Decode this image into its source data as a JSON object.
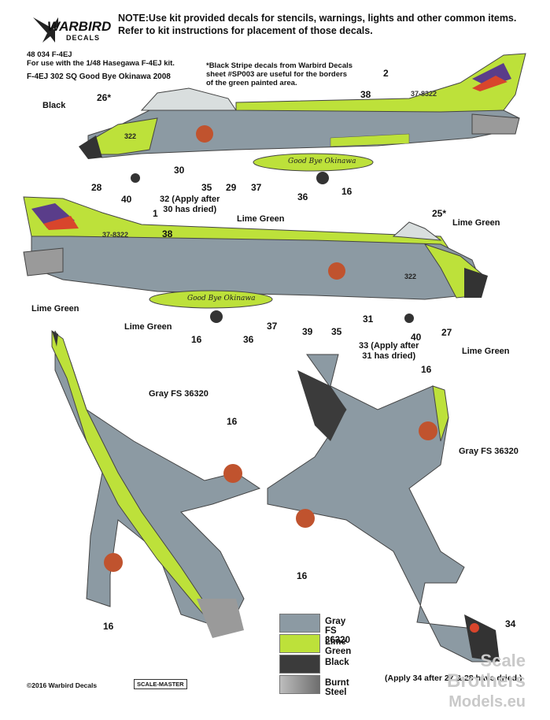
{
  "header": {
    "logo_main": "WARBIRD",
    "logo_sub": "DECALS",
    "note_line1": "NOTE:Use kit provided decals for stencils, warnings, lights and other common items.",
    "note_line2": "Refer to kit instructions for placement of those decals.",
    "product_code": "48 034 F-4EJ",
    "kit_info": "For use with the 1/48 Hasegawa F-4EJ kit.",
    "scheme_title": "F-4EJ 302 SQ Good Bye Okinawa 2008",
    "stripe_note_line1": "*Black Stripe decals from Warbird Decals",
    "stripe_note_line2": "sheet #SP003 are useful for the borders",
    "stripe_note_line3": "of the green painted area."
  },
  "profile_top": {
    "callouts": {
      "c2": "2",
      "c38": "38",
      "c26": "26*",
      "black": "Black",
      "c28": "28",
      "c40": "40",
      "c30": "30",
      "c35": "35",
      "c29": "29",
      "c37": "37",
      "c36": "36",
      "c16": "16",
      "c32a": "32 (Apply after",
      "c32b": "30 has dried)"
    },
    "serial": "37-8322",
    "nose_number": "322",
    "tank_text": "Good Bye Okinawa"
  },
  "profile_bottom": {
    "callouts": {
      "c1": "1",
      "c38": "38",
      "lime_top": "Lime Green",
      "c25": "25*",
      "lime_right": "Lime Green",
      "lime_left": "Lime Green",
      "lime_tank": "Lime Green",
      "c16": "16",
      "c36": "36",
      "c37": "37",
      "c39": "39",
      "c35": "35",
      "c31": "31",
      "c40": "40",
      "c27": "27",
      "c33a": "33 (Apply after",
      "c33b": "31 has dried)"
    },
    "serial": "37-8322",
    "nose_number": "322",
    "tank_text": "Good Bye Okinawa"
  },
  "planforms": {
    "gray_left": "Gray FS 36320",
    "c16_left_top": "16",
    "c16_left_bottom": "16",
    "lime_right": "Lime Green",
    "c16_right_top": "16",
    "gray_right": "Gray FS 36320",
    "c16_right_left": "16",
    "c34": "34"
  },
  "legend": [
    {
      "label": "Gray FS 36320",
      "color": "#8c9aa3"
    },
    {
      "label": "Lime Green",
      "color": "#bde13a"
    },
    {
      "label": "Black",
      "color": "#3b3b3b"
    },
    {
      "label": "Burnt Steel",
      "color": "#8e8e8e"
    }
  ],
  "footer": {
    "copyright": "©2016 Warbird Decals",
    "scale_master": "SCALE-MASTER",
    "apply_note": "(Apply 34 after 27 & 28 have dried.)",
    "watermark_line1": "Scale",
    "watermark_line2": "Brothers",
    "watermark_line3": "Models.eu"
  },
  "colors": {
    "gray": "#8c9aa3",
    "lime": "#bde13a",
    "black": "#333333",
    "roundel": "#c0532e",
    "watermark": "#c9c9c9"
  }
}
